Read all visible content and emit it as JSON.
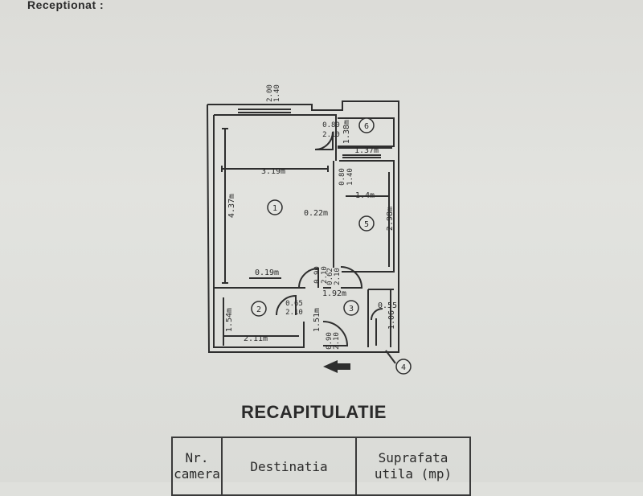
{
  "header": {
    "label": "Receptionat :"
  },
  "plan": {
    "rooms": [
      "1",
      "2",
      "3",
      "4",
      "5",
      "6"
    ],
    "dimensions": {
      "room1_width": "3.19m",
      "room1_height": "4.37m",
      "room5_width": "1.4m",
      "room5_height": "2.98m",
      "room6_width": "1.37m",
      "room6_height": "1.38m",
      "room2_width": "2.11m",
      "room2_height": "1.54m",
      "hall_width": "1.92m",
      "hall_height": "1.51m",
      "wall_022": "0.22m",
      "wall_019": "0.19m",
      "room4_width": "0.55",
      "room4_height": "1.06"
    },
    "openings": {
      "window_top_a": "2.00",
      "window_top_b": "1.40",
      "door6_a": "0.80",
      "door6_b": "2.10",
      "window5_a": "0.80",
      "window5_b": "1.40",
      "door1_a": "0.90",
      "door1_b": "2.10",
      "door5_a": "0.62",
      "door5_b": "2.10",
      "door2_a": "0.65",
      "door2_b": "2.10",
      "entry_a": "0.90",
      "entry_b": "2.10"
    }
  },
  "recap": {
    "title": "RECAPITULATIE",
    "columns": {
      "nr_line1": "Nr.",
      "nr_line2": "camera",
      "destination": "Destinatia",
      "area_line1": "Suprafata",
      "area_line2": "utila (mp)"
    }
  }
}
